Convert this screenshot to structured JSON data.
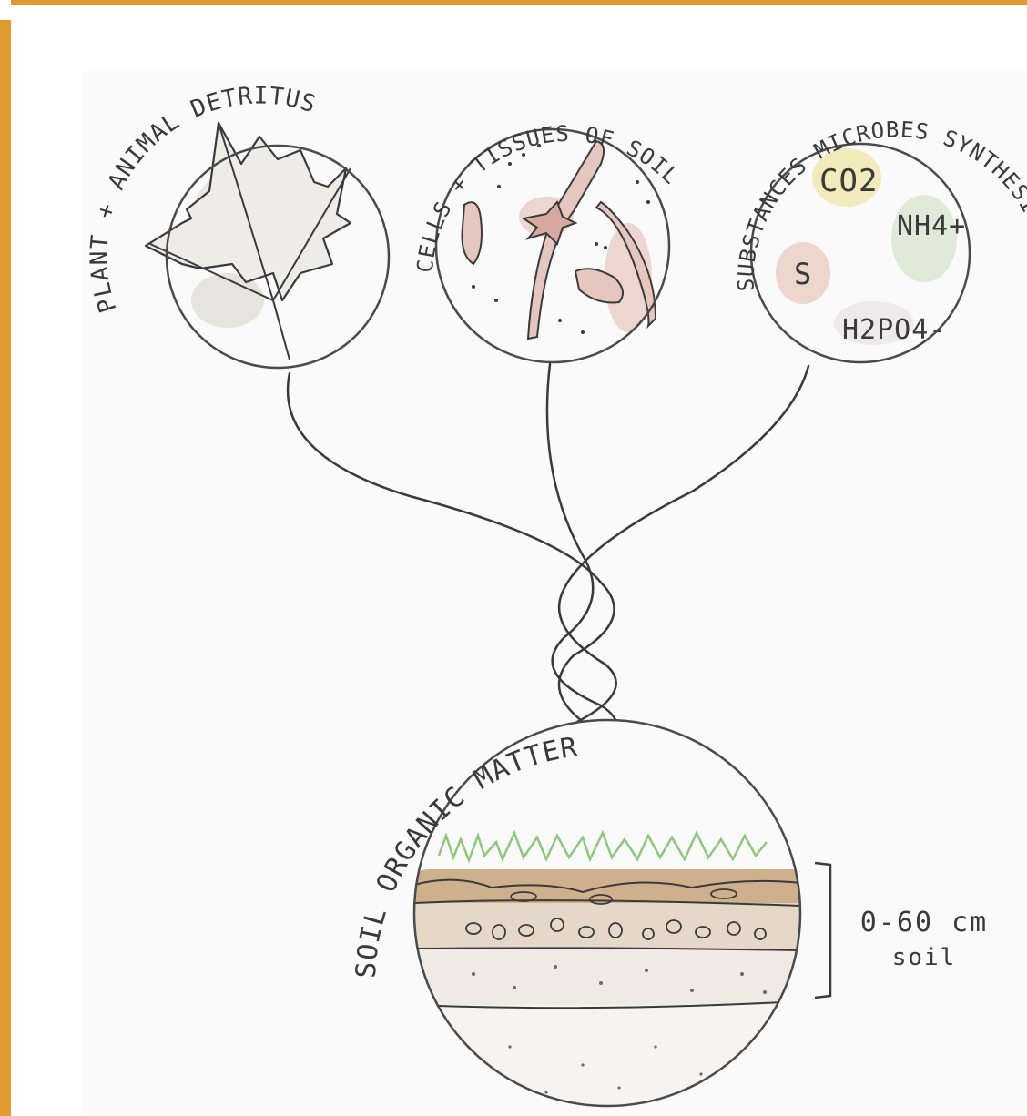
{
  "diagram": {
    "sources": [
      {
        "label": "PLANT + ANIMAL DETRITUS"
      },
      {
        "label": "CELLS + TISSUES OF SOIL MICROBES"
      },
      {
        "label": "SUBSTANCES MICROBES SYNTHESIZE"
      }
    ],
    "molecules": [
      "CO2",
      "NH4+",
      "S",
      "H2PO4-"
    ],
    "result": {
      "label": "SOIL ORGANIC MATTER"
    },
    "depth": {
      "line1": "0-60 cm",
      "line2": "soil"
    }
  },
  "colors": {
    "frame": "#e09a2f",
    "ink": "#3a3a3a",
    "leaf_fill": "#e9e4dd",
    "microbe_fill": "#e2c3bc",
    "co2_blob": "#f1e9b8",
    "nh4_blob": "#dfe9d8",
    "s_blob": "#ead2ca",
    "grass": "#8dc77a",
    "topsoil": "#c8a783"
  }
}
